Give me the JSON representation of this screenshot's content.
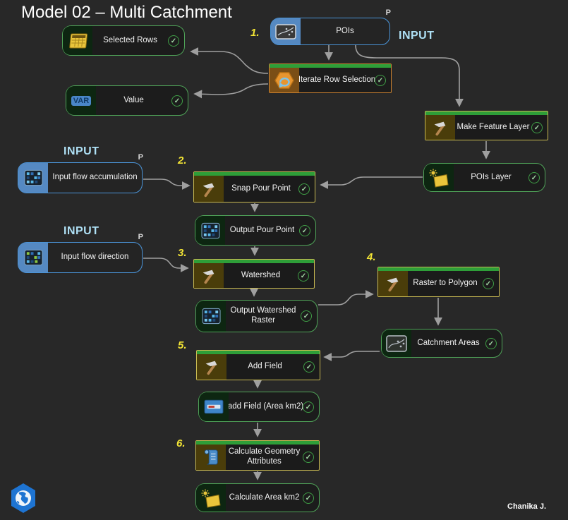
{
  "title": "Model 02 – Multi Catchment",
  "credit": "Chanika J.",
  "ui": {
    "check_glyph": "✓",
    "param_badge": "P"
  },
  "annotations": {
    "input_pois": "INPUT",
    "input_flow_accumulation": "INPUT",
    "input_flow_direction": "INPUT",
    "step1": "1.",
    "step2": "2.",
    "step3": "3.",
    "step4": "4.",
    "step5": "5.",
    "step6": "6."
  },
  "nodes": {
    "selected_rows": {
      "label": "Selected Rows",
      "type": "derived-data",
      "icon": "table-icon",
      "validated": true
    },
    "pois": {
      "label": "POIs",
      "type": "input-parameter",
      "icon": "raster-map-icon",
      "parameter": true
    },
    "iterate_row_selection": {
      "label": "Iterate Row Selection",
      "type": "iterator",
      "icon": "iterator-hexagon-icon",
      "validated": true
    },
    "value": {
      "label": "Value",
      "type": "derived-variable",
      "icon": "variable-icon",
      "icon_text": "VAR",
      "validated": true
    },
    "make_feature_layer": {
      "label": "Make Feature Layer",
      "type": "tool",
      "icon": "hammer-icon",
      "validated": true
    },
    "input_flow_accumulation": {
      "label": "Input flow accumulation",
      "type": "input-parameter",
      "icon": "raster-grid-icon",
      "parameter": true
    },
    "snap_pour_point": {
      "label": "Snap Pour Point",
      "type": "tool",
      "icon": "hammer-icon",
      "validated": true
    },
    "pois_layer": {
      "label": "POIs Layer",
      "type": "derived-data",
      "icon": "layer-icon",
      "validated": true
    },
    "output_pour_point": {
      "label": "Output Pour Point",
      "type": "derived-data",
      "icon": "raster-grid-icon",
      "validated": true
    },
    "input_flow_direction": {
      "label": "Input flow direction",
      "type": "input-parameter",
      "icon": "raster-grid-icon",
      "parameter": true
    },
    "watershed": {
      "label": "Watershed",
      "type": "tool",
      "icon": "hammer-icon",
      "validated": true
    },
    "raster_to_polygon": {
      "label": "Raster to Polygon",
      "type": "tool",
      "icon": "hammer-icon",
      "validated": true
    },
    "output_watershed_raster": {
      "label": "Output Watershed Raster",
      "type": "derived-data",
      "icon": "raster-grid-icon",
      "validated": true
    },
    "catchment_areas": {
      "label": "Catchment Areas",
      "type": "derived-data",
      "icon": "polygon-raster-icon",
      "validated": true
    },
    "add_field": {
      "label": "Add Field",
      "type": "tool",
      "icon": "hammer-icon",
      "validated": true
    },
    "add_field_area_km2": {
      "label": "add Field (Area km2)",
      "type": "derived-data",
      "icon": "field-icon",
      "validated": true
    },
    "calculate_geometry_attributes": {
      "label": "Calculate Geometry Attributes",
      "type": "tool",
      "icon": "script-icon",
      "validated": true
    },
    "calculate_area_km2": {
      "label": "Calculate Area km2",
      "type": "derived-data",
      "icon": "layer-icon",
      "validated": true
    }
  },
  "colors": {
    "background": "#282828",
    "derived_border": "#4fa358",
    "derived_panel": "#0d2611",
    "input_border": "#4a94d8",
    "input_panel": "#5589c2",
    "tool_border": "#c9ba52",
    "tool_panel": "#4a3d0a",
    "tool_topbar": "#2e9e38",
    "iterator_border": "#cf8430",
    "iterator_panel": "#7a4e16",
    "connector": "#9f9f9f",
    "check": "#3f9e46",
    "input_label": "#aee0f5",
    "step_number": "#f2e435"
  }
}
